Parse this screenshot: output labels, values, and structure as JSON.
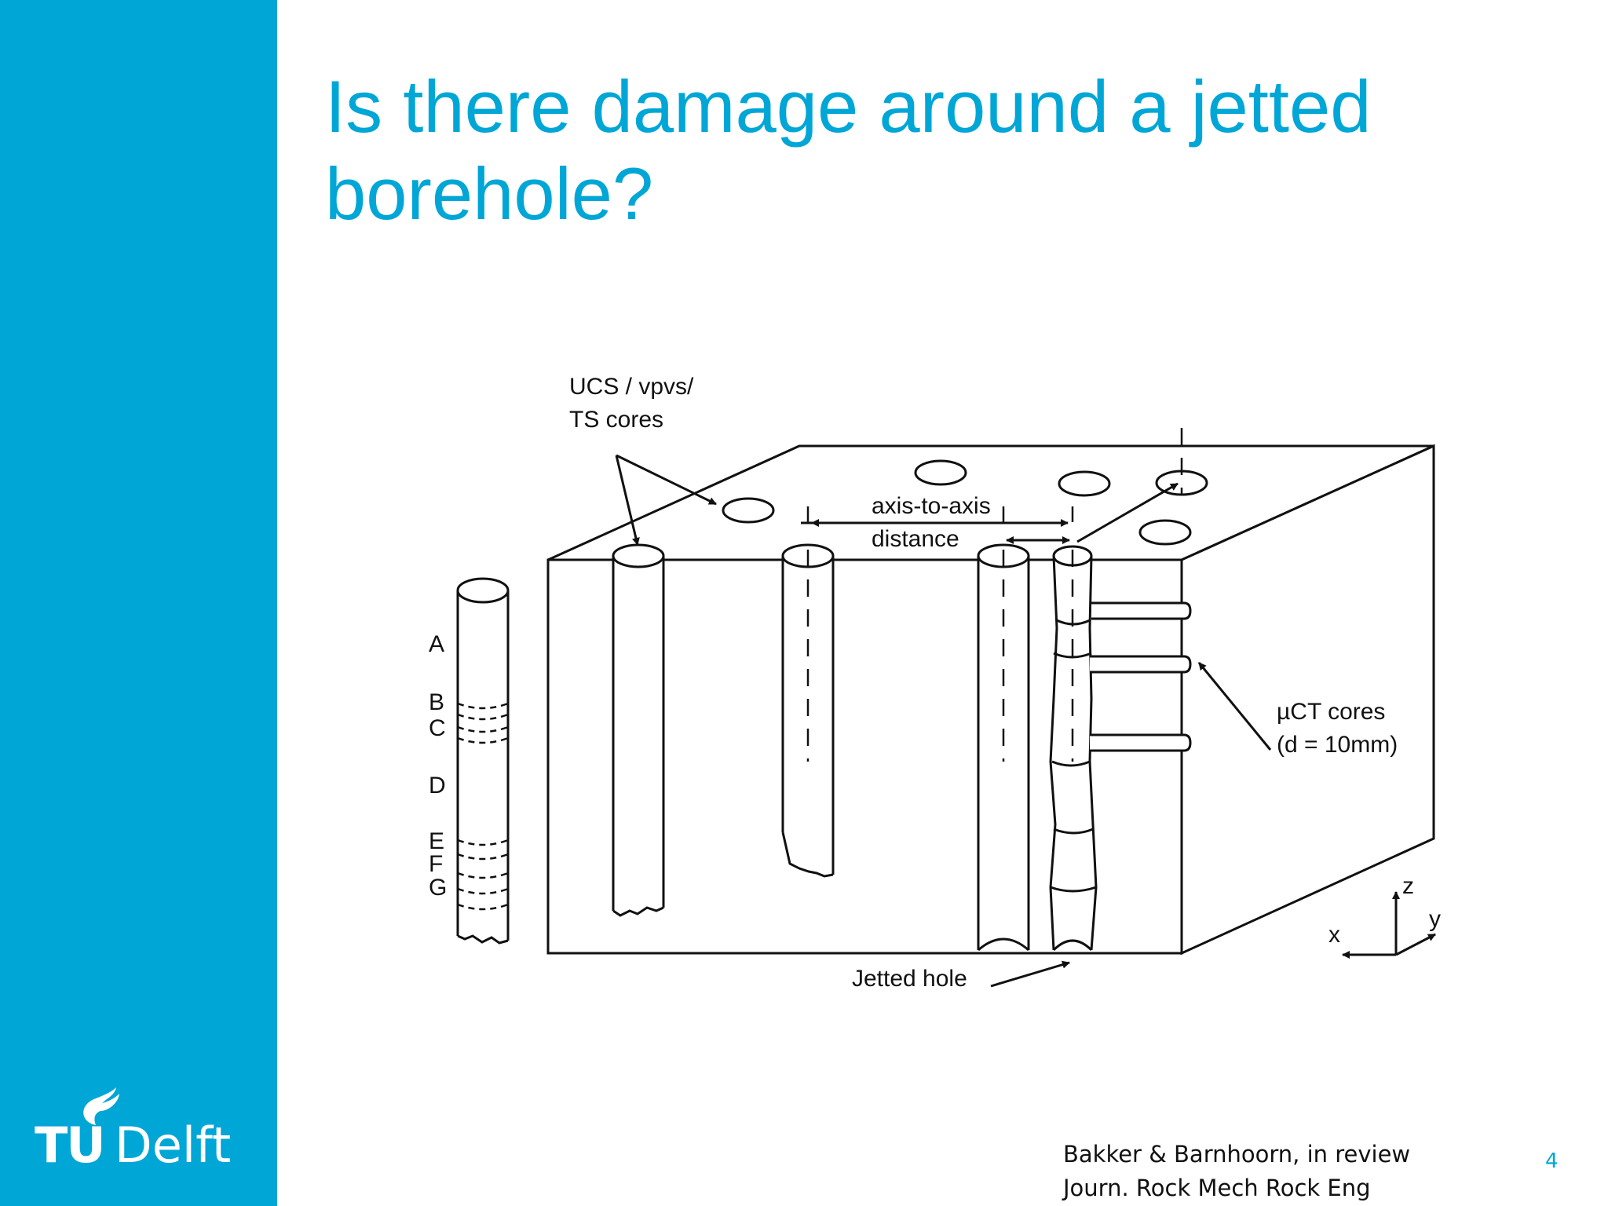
{
  "sidebar": {
    "logo": {
      "text_tu": "TU",
      "text_delft": "Delft",
      "icon": "flame-icon",
      "color": "#ffffff"
    },
    "color": "#00a6d6"
  },
  "slide": {
    "title_line1": "Is there damage around a jetted",
    "title_line2": "borehole?",
    "title_color": "#00a6d6",
    "page_number": "4"
  },
  "diagram": {
    "label_cores_line1": "UCS / vpvs/",
    "label_cores_line2": "TS cores",
    "label_axis_line1": "axis-to-axis",
    "label_axis_line2": "distance",
    "label_muct_line1": "µCT cores",
    "label_muct_line2": "(d = 10mm)",
    "label_jetted": "Jetted hole",
    "core_sections": [
      "A",
      "B",
      "C",
      "D",
      "E",
      "F",
      "G"
    ],
    "axes": {
      "x": "x",
      "y": "y",
      "z": "z"
    }
  },
  "reference": {
    "line1": "Bakker & Barnhoorn, in review",
    "line2": "Journ.  Rock Mech Rock Eng"
  }
}
